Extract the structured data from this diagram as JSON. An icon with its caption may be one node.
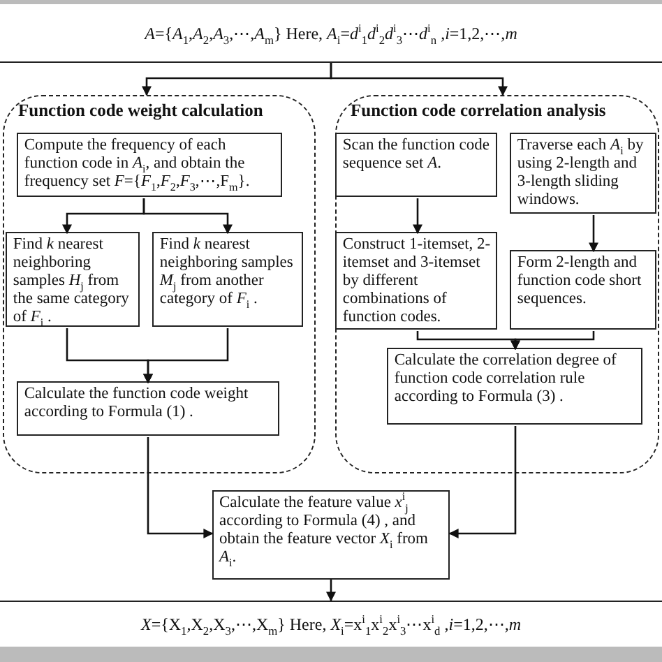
{
  "diagram": {
    "nodes": [
      {
        "text": [
          "*A*={*A*$_{1}$,*A*$_{2}$,*A*$_{3}$,⋯,*A*$_{m}$} Here, *A*$_{i}$=*d*$^{i}$$_{1}$*d*$^{i}$$_{2}$*d*$^{i}$$_{3}$⋯*d*$^{i}$$_{n}$ ,*i*=1,2,⋯,*m*"
        ]
      },
      {
        "text": [
          "Function code weight calculation"
        ]
      },
      {
        "text": [
          "Compute the frequency of each function code in *A*$_{i}$, and obtain the frequency set *F*={*F*$_{1}$,*F*$_{2}$,*F*$_{3}$,⋯,F$_{m}$}."
        ],
        "in": 1
      },
      {
        "text": [
          "Find *k* nearest neighboring samples *H*$_{j}$ from the same category of *F*$_{i}$ ."
        ],
        "in": 1
      },
      {
        "text": [
          "Find *k* nearest neighboring samples *M*$_{j}$ from another category of *F*$_{i}$ ."
        ],
        "in": 1
      },
      {
        "text": [
          "Calculate the function code weight according to Formula (1) ."
        ],
        "in": 1
      },
      {
        "text": [
          "Function code correlation analysis"
        ]
      },
      {
        "text": [
          "Scan the function code sequence set *A*."
        ],
        "in": 6
      },
      {
        "text": [
          "Traverse each *A*$_{i}$ by using 2-length and 3-length sliding windows."
        ],
        "in": 6
      },
      {
        "text": [
          "Construct 1-itemset, 2-itemset and 3-itemset by different combinations of function codes."
        ],
        "in": 6
      },
      {
        "text": [
          "Form 2-length and function code short sequences."
        ],
        "in": 6
      },
      {
        "text": [
          "Calculate the correlation degree of function code correlation rule according to Formula (3) ."
        ],
        "in": 6
      },
      {
        "text": [
          "Calculate the feature value *x*$^{i}$$_{j}$ according to Formula (4) , and obtain the feature vector *X*$_{i}$ from *A*$_{i}$."
        ]
      },
      {
        "text": [
          "*X*={X$_{1}$,X$_{2}$,X$_{3}$,⋯,X$_{m}$} Here, *X*$_{i}$=x$^{i}$$_{1}$x$^{i}$$_{2}$x$^{i}$$_{3}$⋯x$^{i}$$_{d}$ ,*i*=1,2,⋯,*m*"
        ]
      }
    ],
    "edges": [
      {
        "from": 0,
        "to": 1,
        "arrow": "to"
      },
      {
        "from": 0,
        "to": 6,
        "arrow": "to"
      },
      {
        "from": 2,
        "to": 3,
        "arrow": "to"
      },
      {
        "from": 2,
        "to": 4,
        "arrow": "to"
      },
      {
        "from": 3,
        "to": 5,
        "arrow": "to"
      },
      {
        "from": 4,
        "to": 5,
        "arrow": "to"
      },
      {
        "from": 7,
        "to": 9,
        "arrow": "to"
      },
      {
        "from": 8,
        "to": 10,
        "arrow": "to"
      },
      {
        "from": 9,
        "to": 11,
        "arrow": "to"
      },
      {
        "from": 10,
        "to": 11,
        "arrow": "to"
      },
      {
        "from": 5,
        "to": 12,
        "arrow": "to"
      },
      {
        "from": 11,
        "to": 12,
        "arrow": "to"
      },
      {
        "from": 12,
        "to": 13,
        "arrow": "to"
      }
    ]
  }
}
